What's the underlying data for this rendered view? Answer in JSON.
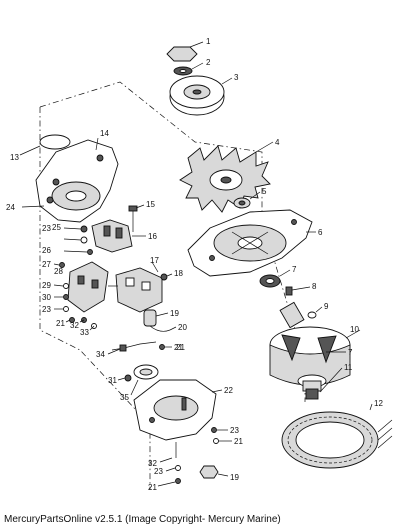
{
  "footer": {
    "caption": "MercuryPartsOnline v2.5.1 (Image Copyright- Mercury Marine)"
  },
  "callouts": [
    "1",
    "2",
    "3",
    "4",
    "5",
    "6",
    "7",
    "8",
    "9",
    "10",
    "7",
    "11",
    "12",
    "13",
    "14",
    "15",
    "16",
    "17",
    "18",
    "19",
    "20",
    "21",
    "22",
    "23",
    "24",
    "25",
    "26",
    "27",
    "28",
    "29",
    "30",
    "23",
    "21",
    "32",
    "33",
    "34",
    "21",
    "31",
    "35",
    "32",
    "23",
    "21",
    "23",
    "21",
    "19"
  ]
}
